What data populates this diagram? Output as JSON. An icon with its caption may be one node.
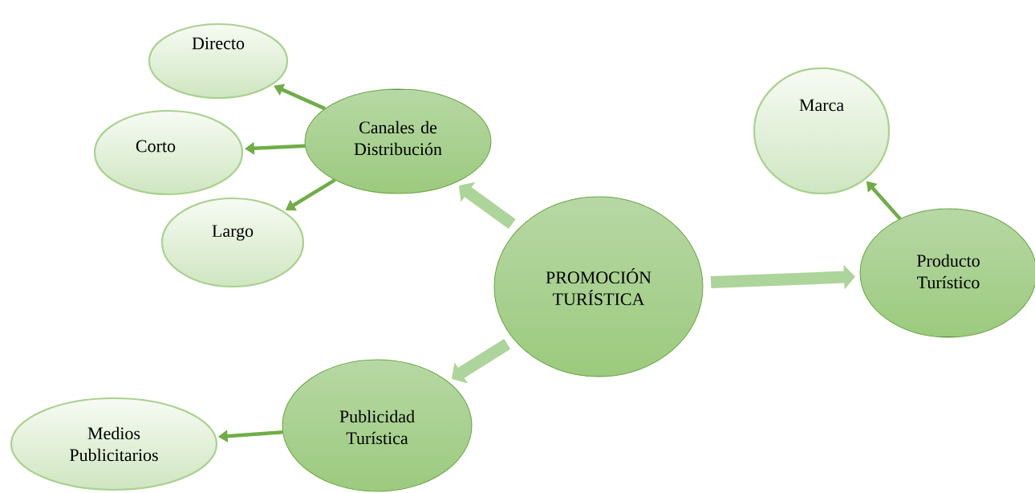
{
  "diagram": {
    "nodes": [
      {
        "text": [
          "PROMOCIÓN TURÍSTICA"
        ]
      },
      {
        "text": [
          "Canales de Distribución"
        ]
      },
      {
        "text": [
          "Directo"
        ]
      },
      {
        "text": [
          "Corto"
        ]
      },
      {
        "text": [
          "Largo"
        ]
      },
      {
        "text": [
          "Producto Turístico"
        ]
      },
      {
        "text": [
          "Marca"
        ]
      },
      {
        "text": [
          "Publicidad Turística"
        ]
      },
      {
        "text": [
          "Medios Publicitarios"
        ]
      }
    ],
    "edges": [
      {
        "from": 0,
        "to": 1,
        "arrow": "to",
        "style": "thick"
      },
      {
        "from": 1,
        "to": 2,
        "arrow": "to"
      },
      {
        "from": 1,
        "to": 3,
        "arrow": "to"
      },
      {
        "from": 1,
        "to": 4,
        "arrow": "to"
      },
      {
        "from": 0,
        "to": 5,
        "arrow": "to",
        "style": "thick"
      },
      {
        "from": 5,
        "to": 6,
        "arrow": "to"
      },
      {
        "from": 0,
        "to": 7,
        "arrow": "to",
        "style": "thick"
      },
      {
        "from": 7,
        "to": 8,
        "arrow": "to"
      }
    ]
  }
}
